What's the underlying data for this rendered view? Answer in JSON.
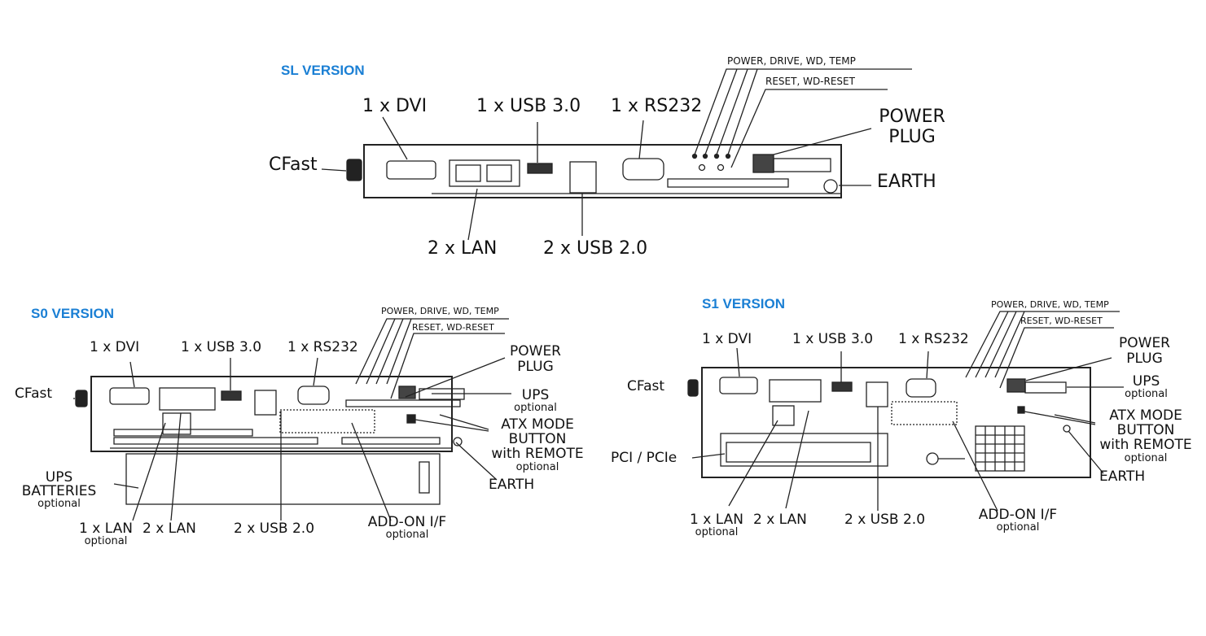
{
  "sl": {
    "title": "SL VERSION",
    "dvi": "1 x DVI",
    "usb3": "1 x USB 3.0",
    "rs232": "1 x RS232",
    "leds": "POWER, DRIVE, WD, TEMP",
    "reset": "RESET, WD-RESET",
    "power_plug_1": "POWER",
    "power_plug_2": "PLUG",
    "cfast": "CFast",
    "earth": "EARTH",
    "lan": "2 x LAN",
    "usb2": "2 x USB 2.0"
  },
  "s0": {
    "title": "S0 VERSION",
    "dvi": "1 x DVI",
    "usb3": "1 x USB 3.0",
    "rs232": "1 x RS232",
    "leds": "POWER, DRIVE, WD, TEMP",
    "reset": "RESET, WD-RESET",
    "power_plug_1": "POWER",
    "power_plug_2": "PLUG",
    "cfast": "CFast",
    "ups": "UPS",
    "ups_optional": "optional",
    "atx_1": "ATX MODE",
    "atx_2": "BUTTON",
    "atx_3": "with REMOTE",
    "atx_optional": "optional",
    "earth": "EARTH",
    "ups_batt_1": "UPS",
    "ups_batt_2": "BATTERIES",
    "ups_batt_optional": "optional",
    "lan1": "1 x LAN",
    "lan1_optional": "optional",
    "lan2": "2 x LAN",
    "usb2": "2 x USB 2.0",
    "addon": "ADD-ON I/F",
    "addon_optional": "optional"
  },
  "s1": {
    "title": "S1 VERSION",
    "dvi": "1 x DVI",
    "usb3": "1 x USB 3.0",
    "rs232": "1 x RS232",
    "leds": "POWER, DRIVE, WD, TEMP",
    "reset": "RESET, WD-RESET",
    "power_plug_1": "POWER",
    "power_plug_2": "PLUG",
    "cfast": "CFast",
    "ups": "UPS",
    "ups_optional": "optional",
    "atx_1": "ATX MODE",
    "atx_2": "BUTTON",
    "atx_3": "with REMOTE",
    "atx_optional": "optional",
    "earth": "EARTH",
    "pci": "PCI / PCIe",
    "lan1": "1 x LAN",
    "lan1_optional": "optional",
    "lan2": "2 x LAN",
    "usb2": "2 x USB 2.0",
    "addon": "ADD-ON I/F",
    "addon_optional": "optional"
  }
}
